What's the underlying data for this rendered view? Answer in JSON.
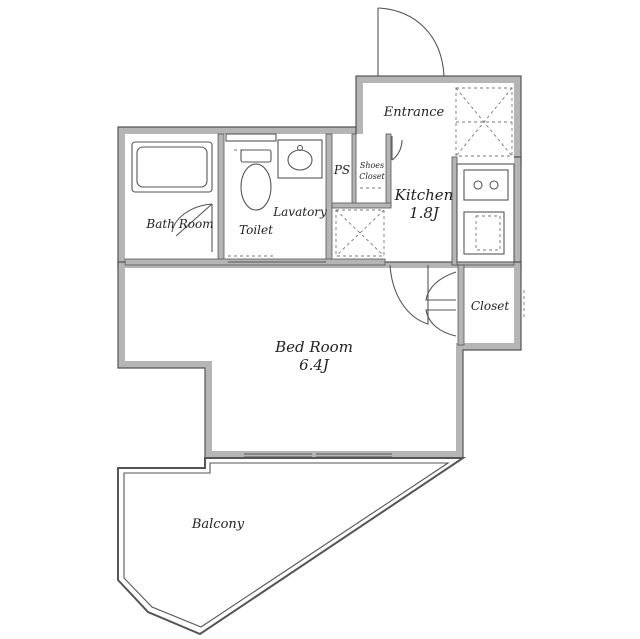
{
  "rooms": {
    "entrance": "Entrance",
    "kitchen": "Kitchen",
    "kitchen_size": "1.8J",
    "ps": "PS",
    "shoes_closet_line1": "Shoes",
    "shoes_closet_line2": "Closet",
    "bath_room": "Bath Room",
    "toilet": "Toilet",
    "lavatory": "Lavatory",
    "bed_room": "Bed Room",
    "bed_room_size": "6.4J",
    "closet": "Closet",
    "balcony": "Balcony"
  },
  "colors": {
    "wall": "#b5b5b5",
    "line": "#555555",
    "background": "#ffffff"
  }
}
